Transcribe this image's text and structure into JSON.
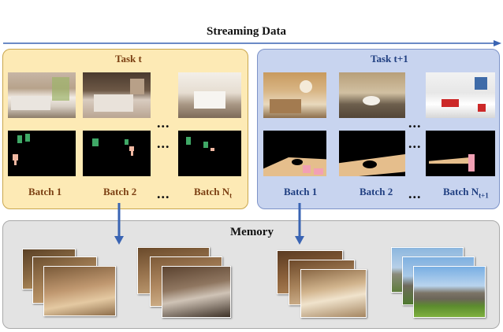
{
  "stream": {
    "label": "Streaming Data"
  },
  "task_t": {
    "title": "Task t",
    "batches": [
      "Batch 1",
      "Batch 2"
    ],
    "last_batch": {
      "text": "Batch N",
      "sub": "t"
    },
    "ellipsis": "..."
  },
  "task_t1": {
    "title": "Task t+1",
    "batches": [
      "Batch 1",
      "Batch 2"
    ],
    "last_batch": {
      "text": "Batch N",
      "sub": "t+1"
    },
    "ellipsis": "..."
  },
  "memory": {
    "title": "Memory"
  },
  "colors": {
    "task_t_fill": "#fdeab5",
    "task_t_label": "#7b3f12",
    "task_t1_fill": "#c8d4ef",
    "task_t1_label": "#1f3e80",
    "memory_fill": "#e3e3e3",
    "arrow": "#3a64b3"
  },
  "icons": [
    "down-arrow-icon",
    "right-arrow-icon"
  ]
}
